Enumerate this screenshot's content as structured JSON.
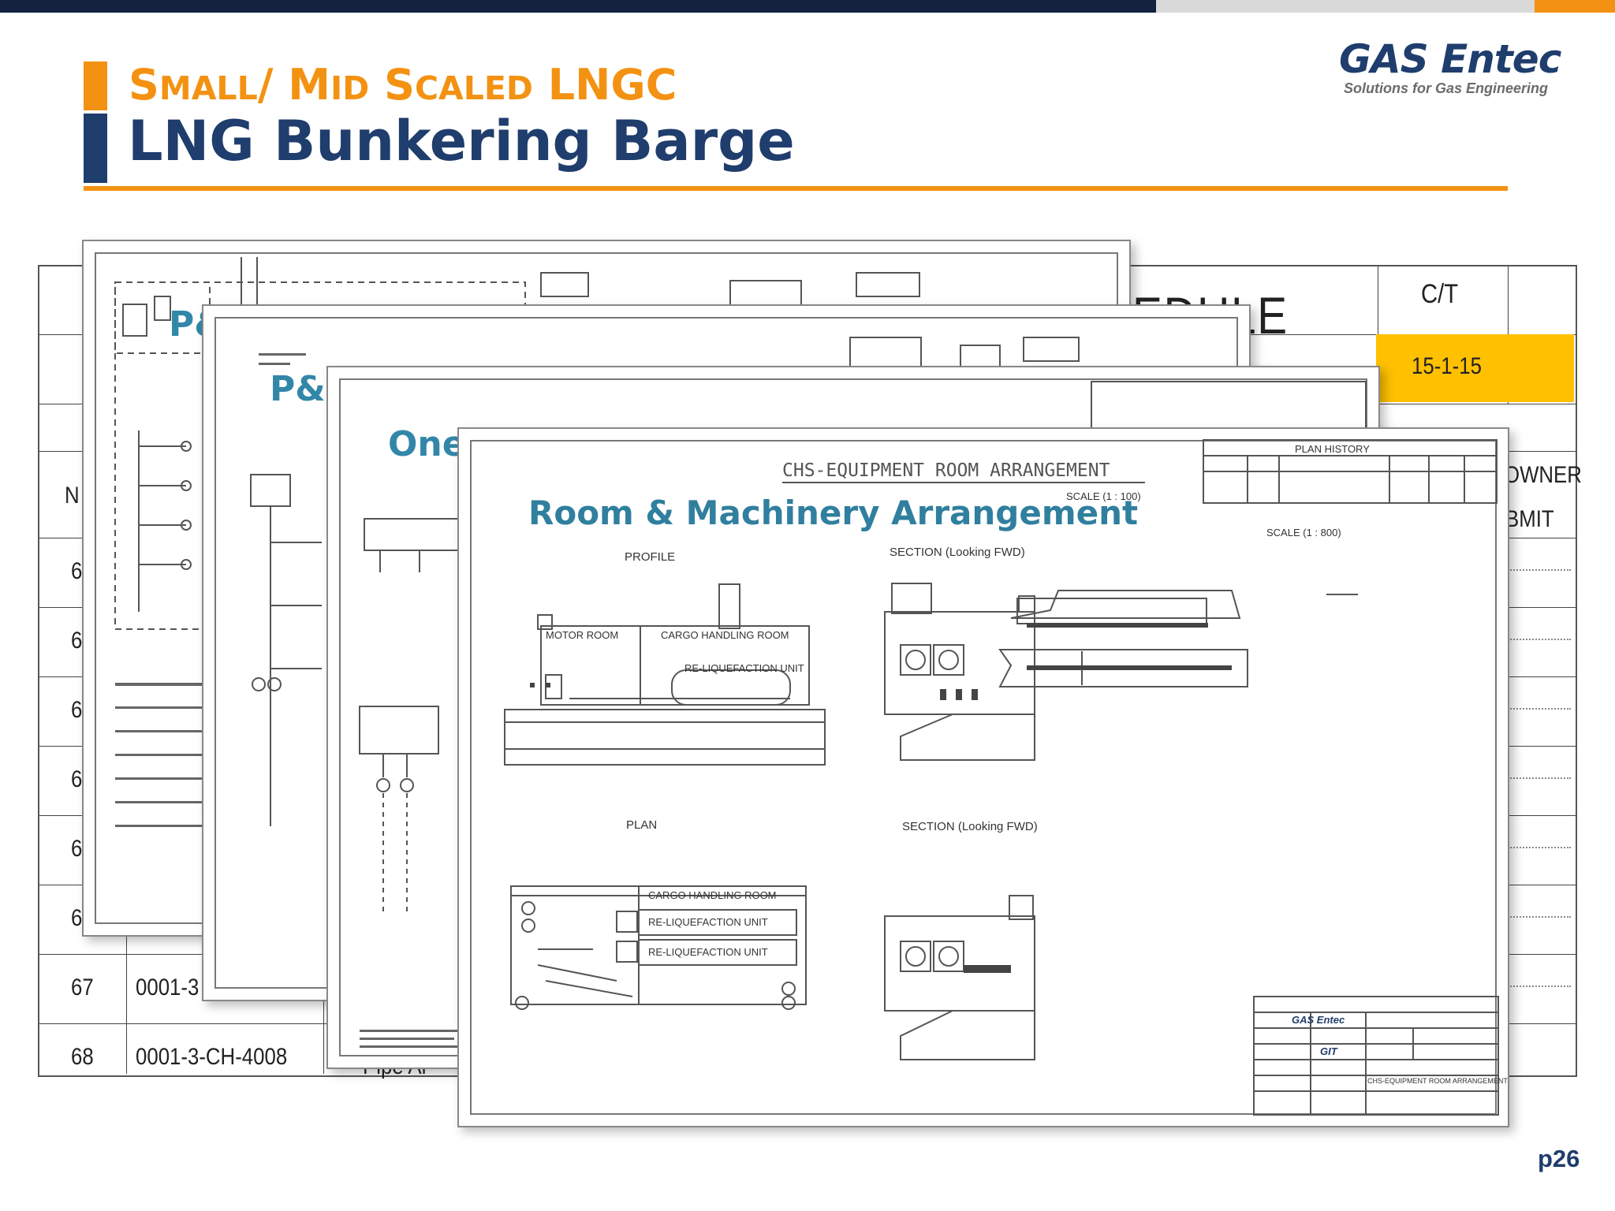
{
  "header": {
    "subtitle_parts": [
      "S",
      "MALL",
      "/ M",
      "ID",
      " S",
      "CALED",
      " LNGC"
    ],
    "title": "LNG Bunkering Barge",
    "logo_name": "GAS Entec",
    "logo_tagline": "Solutions for Gas Engineering"
  },
  "schedule_table": {
    "heading_fragment": "EDULE",
    "col_ct": "C/T",
    "ct_value": "15-1-15",
    "col_owner": "OWNER",
    "col_submit": "BMIT",
    "col_no_fragment": "N",
    "row_no_fragments": [
      "6",
      "6",
      "6",
      "6",
      "6",
      "6"
    ],
    "rows": [
      {
        "no": "67",
        "doc": "0001-3"
      },
      {
        "no": "68",
        "doc": "0001-3-CH-4008",
        "desc": "Pipe Ar"
      }
    ]
  },
  "sheets": [
    {
      "label": "P&"
    },
    {
      "label": "P&I"
    },
    {
      "label": "One Line Di"
    },
    {
      "label": "Room & Machinery Arrangement",
      "drawing_title": "CHS-EQUIPMENT ROOM ARRANGEMENT",
      "drawing_scale": "SCALE (1 : 100)",
      "history_title": "PLAN     HISTORY",
      "overall_scale": "SCALE (1 : 800)",
      "views": {
        "profile": "PROFILE",
        "section_top": "SECTION (Looking FWD)",
        "plan": "PLAN",
        "section_bottom": "SECTION (Looking FWD)"
      },
      "room_labels": {
        "motor_room": "MOTOR ROOM",
        "cargo_room": "CARGO HANDLING ROOM",
        "reliq": "RE-LIQUEFACTION UNIT",
        "reliq_2": "RE-LIQUEFACTION UNIT"
      },
      "titleblock_logo": "GAS Entec",
      "titleblock_partner": "GIT",
      "titleblock_drawing": "CHS-EQUIPMENT ROOM ARRANGEMENT"
    }
  ],
  "page_number": "p26"
}
